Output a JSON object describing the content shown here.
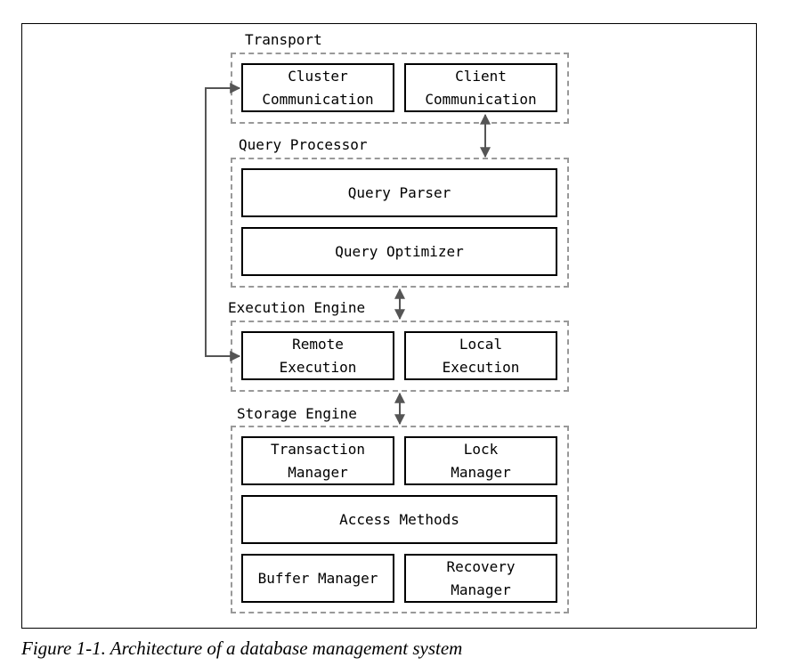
{
  "groups": {
    "transport": {
      "label": "Transport",
      "components": [
        "Cluster\nCommunication",
        "Client\nCommunication"
      ]
    },
    "query_processor": {
      "label": "Query Processor",
      "components": [
        "Query Parser",
        "Query Optimizer"
      ]
    },
    "execution_engine": {
      "label": "Execution Engine",
      "components": [
        "Remote\nExecution",
        "Local\nExecution"
      ]
    },
    "storage_engine": {
      "label": "Storage Engine",
      "components": [
        "Transaction\nManager",
        "Lock\nManager",
        "Access Methods",
        "Buffer Manager",
        "Recovery\nManager"
      ]
    }
  },
  "caption": "Figure 1-1. Architecture of a database management system",
  "colors": {
    "dashed_border": "#999999",
    "arrow": "#555555",
    "box_border": "#000000"
  }
}
